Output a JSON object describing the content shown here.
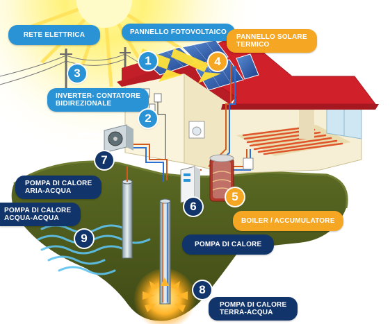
{
  "labels": {
    "rete_elettrica": "RETE ELETTRICA",
    "pannello_fotovoltaico": "PANNELLO FOTOVOLTAICO",
    "pannello_solare_l1": "PANNELLO SOLARE",
    "pannello_solare_l2": "TERMICO",
    "inverter_l1": "INVERTER- CONTATORE",
    "inverter_l2": "BIDIREZIONALE",
    "pompa_aria_l1": "POMPA DI CALORE",
    "pompa_aria_l2": "ARIA-ACQUA",
    "pompa_acqua_l1": "POMPA DI CALORE",
    "pompa_acqua_l2": "ACQUA-ACQUA",
    "pompa_calore": "POMPA DI CALORE",
    "boiler": "BOILER / ACCUMULATORE",
    "pompa_terra_l1": "POMPA DI CALORE",
    "pompa_terra_l2": "TERRA-ACQUA"
  },
  "numbers": {
    "n1": "1",
    "n2": "2",
    "n3": "3",
    "n4": "4",
    "n5": "5",
    "n6": "6",
    "n7": "7",
    "n8": "8",
    "n9": "9"
  },
  "colors": {
    "callout_light_blue": "#2a93d5",
    "callout_orange": "#f5a623",
    "callout_navy": "#11346b",
    "roof_red": "#d0202a",
    "ground_green": "#4e5a1c",
    "sun_yellow": "#ffe84a"
  }
}
